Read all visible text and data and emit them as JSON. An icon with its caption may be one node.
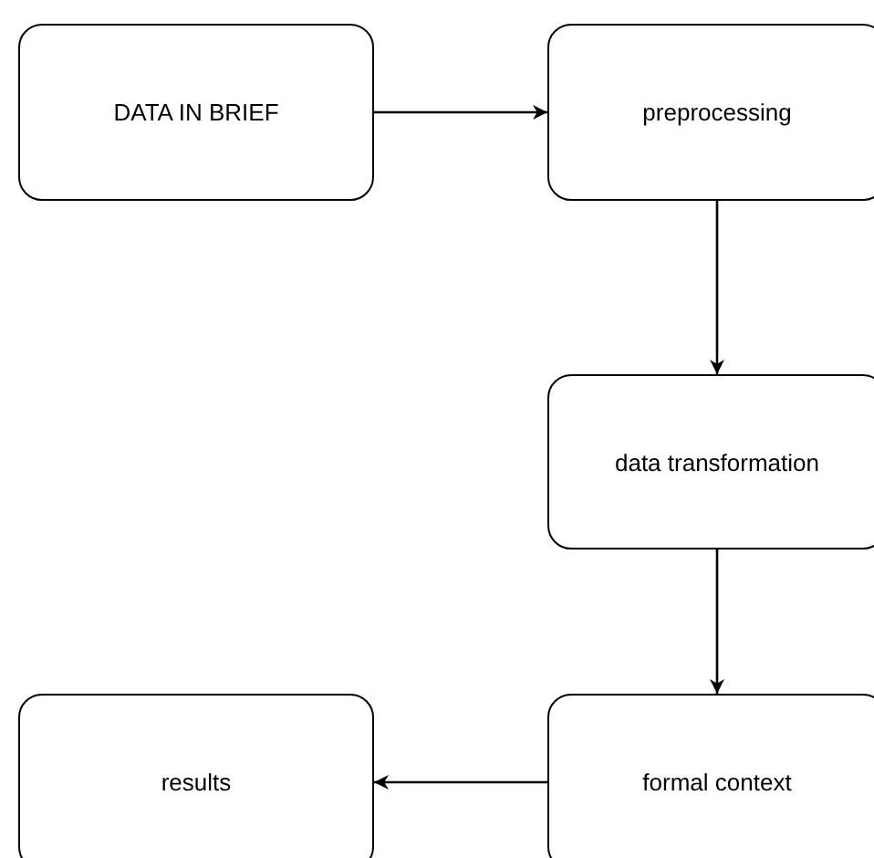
{
  "diagram": {
    "nodes": [
      {
        "text": [
          "DATA IN BRIEF"
        ]
      },
      {
        "text": [
          "preprocessing"
        ]
      },
      {
        "text": [
          "data transformation"
        ]
      },
      {
        "text": [
          "formal context"
        ]
      },
      {
        "text": [
          "results"
        ]
      }
    ],
    "edges": [
      {
        "from": 0,
        "to": 1,
        "arrow": "to"
      },
      {
        "from": 1,
        "to": 2,
        "arrow": "to"
      },
      {
        "from": 2,
        "to": 3,
        "arrow": "to"
      },
      {
        "from": 3,
        "to": 4,
        "arrow": "to"
      }
    ]
  }
}
